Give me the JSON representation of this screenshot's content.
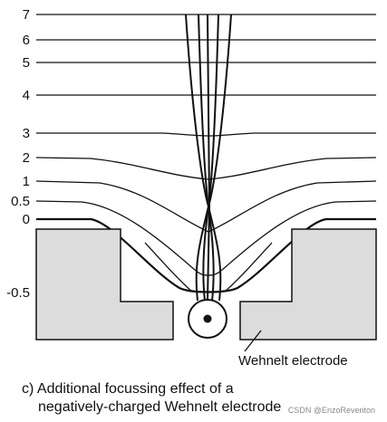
{
  "potential_labels": [
    "7",
    "6",
    "5",
    "4",
    "3",
    "2",
    "1",
    "0.5",
    "0",
    "-0.5"
  ],
  "electrode_label": "Wehnelt electrode",
  "caption": {
    "line1": "c) Additional focussing effect of a",
    "line2": "negatively-charged Wehnelt electrode"
  },
  "watermark": "CSDN @EnzoReventon",
  "colors": {
    "line": "#111111",
    "electrode_fill": "#dcdcdc",
    "background": "#ffffff"
  }
}
